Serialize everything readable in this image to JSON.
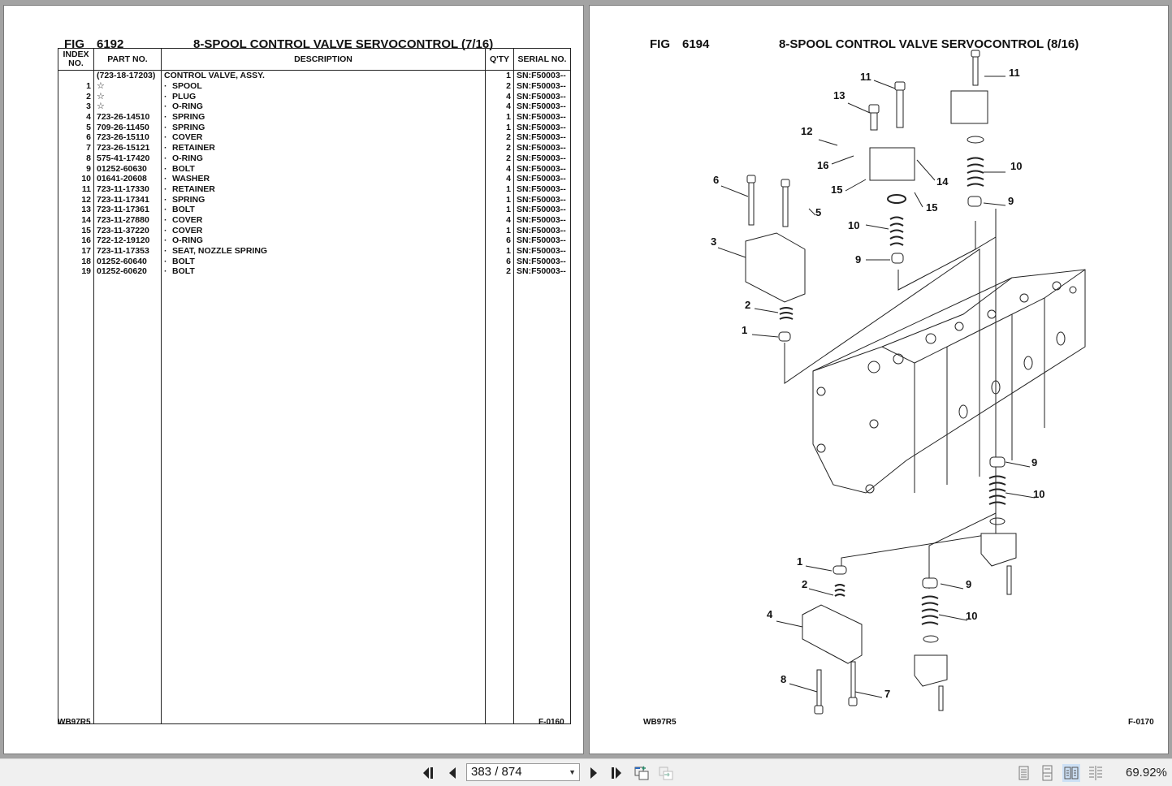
{
  "left_page": {
    "fig_label": "FIG",
    "fig_number": "6192",
    "title": "8-SPOOL CONTROL VALVE SERVOCONTROL (7/16)",
    "columns": {
      "index": "INDEX NO.",
      "part": "PART NO.",
      "description": "DESCRIPTION",
      "qty": "Q'TY",
      "serial": "SERIAL NO."
    },
    "rows": [
      {
        "index": "",
        "part": "(723-18-17203)",
        "desc": "CONTROL VALVE, ASSY.",
        "sub": false,
        "qty": "1",
        "serial": "SN:F50003--"
      },
      {
        "index": "1",
        "part": "☆",
        "desc": "SPOOL",
        "sub": true,
        "qty": "2",
        "serial": "SN:F50003--"
      },
      {
        "index": "2",
        "part": "☆",
        "desc": "PLUG",
        "sub": true,
        "qty": "4",
        "serial": "SN:F50003--"
      },
      {
        "index": "3",
        "part": "☆",
        "desc": "O-RING",
        "sub": true,
        "qty": "4",
        "serial": "SN:F50003--"
      },
      {
        "index": "4",
        "part": "723-26-14510",
        "desc": "SPRING",
        "sub": true,
        "qty": "1",
        "serial": "SN:F50003--"
      },
      {
        "index": "5",
        "part": "709-26-11450",
        "desc": "SPRING",
        "sub": true,
        "qty": "1",
        "serial": "SN:F50003--"
      },
      {
        "index": "6",
        "part": "723-26-15110",
        "desc": "COVER",
        "sub": true,
        "qty": "2",
        "serial": "SN:F50003--"
      },
      {
        "index": "7",
        "part": "723-26-15121",
        "desc": "RETAINER",
        "sub": true,
        "qty": "2",
        "serial": "SN:F50003--"
      },
      {
        "index": "8",
        "part": "575-41-17420",
        "desc": "O-RING",
        "sub": true,
        "qty": "2",
        "serial": "SN:F50003--"
      },
      {
        "index": "9",
        "part": "01252-60630",
        "desc": "BOLT",
        "sub": true,
        "qty": "4",
        "serial": "SN:F50003--"
      },
      {
        "index": "10",
        "part": "01641-20608",
        "desc": "WASHER",
        "sub": true,
        "qty": "4",
        "serial": "SN:F50003--"
      },
      {
        "index": "11",
        "part": "723-11-17330",
        "desc": "RETAINER",
        "sub": true,
        "qty": "1",
        "serial": "SN:F50003--"
      },
      {
        "index": "12",
        "part": "723-11-17341",
        "desc": "SPRING",
        "sub": true,
        "qty": "1",
        "serial": "SN:F50003--"
      },
      {
        "index": "13",
        "part": "723-11-17361",
        "desc": "BOLT",
        "sub": true,
        "qty": "1",
        "serial": "SN:F50003--"
      },
      {
        "index": "14",
        "part": "723-11-27880",
        "desc": "COVER",
        "sub": true,
        "qty": "4",
        "serial": "SN:F50003--"
      },
      {
        "index": "15",
        "part": "723-11-37220",
        "desc": "COVER",
        "sub": true,
        "qty": "1",
        "serial": "SN:F50003--"
      },
      {
        "index": "16",
        "part": "722-12-19120",
        "desc": "O-RING",
        "sub": true,
        "qty": "6",
        "serial": "SN:F50003--"
      },
      {
        "index": "17",
        "part": "723-11-17353",
        "desc": "SEAT, NOZZLE SPRING",
        "sub": true,
        "qty": "1",
        "serial": "SN:F50003--"
      },
      {
        "index": "18",
        "part": "01252-60640",
        "desc": "BOLT",
        "sub": true,
        "qty": "6",
        "serial": "SN:F50003--"
      },
      {
        "index": "19",
        "part": "01252-60620",
        "desc": "BOLT",
        "sub": true,
        "qty": "2",
        "serial": "SN:F50003--"
      }
    ],
    "footer_model": "WB97R5",
    "footer_page": "F-0160"
  },
  "right_page": {
    "fig_label": "FIG",
    "fig_number": "6194",
    "title": "8-SPOOL CONTROL VALVE SERVOCONTROL (8/16)",
    "callouts": [
      "11",
      "11",
      "13",
      "12",
      "16",
      "14",
      "15",
      "15",
      "10",
      "9",
      "6",
      "5",
      "3",
      "10",
      "9",
      "2",
      "1",
      "9",
      "10",
      "1",
      "2",
      "9",
      "4",
      "10",
      "8",
      "7"
    ],
    "footer_model": "WB97R5",
    "footer_page": "F-0170"
  },
  "toolbar": {
    "page_indicator": "383 / 874",
    "zoom_level": "69.92%",
    "buttons": {
      "first": "first-page",
      "prev": "previous-page",
      "next": "next-page",
      "last": "last-page",
      "back": "previous-view",
      "forward": "next-view"
    },
    "view_modes": [
      "single-page",
      "continuous",
      "facing",
      "continuous-facing"
    ],
    "active_view_mode": "facing"
  }
}
